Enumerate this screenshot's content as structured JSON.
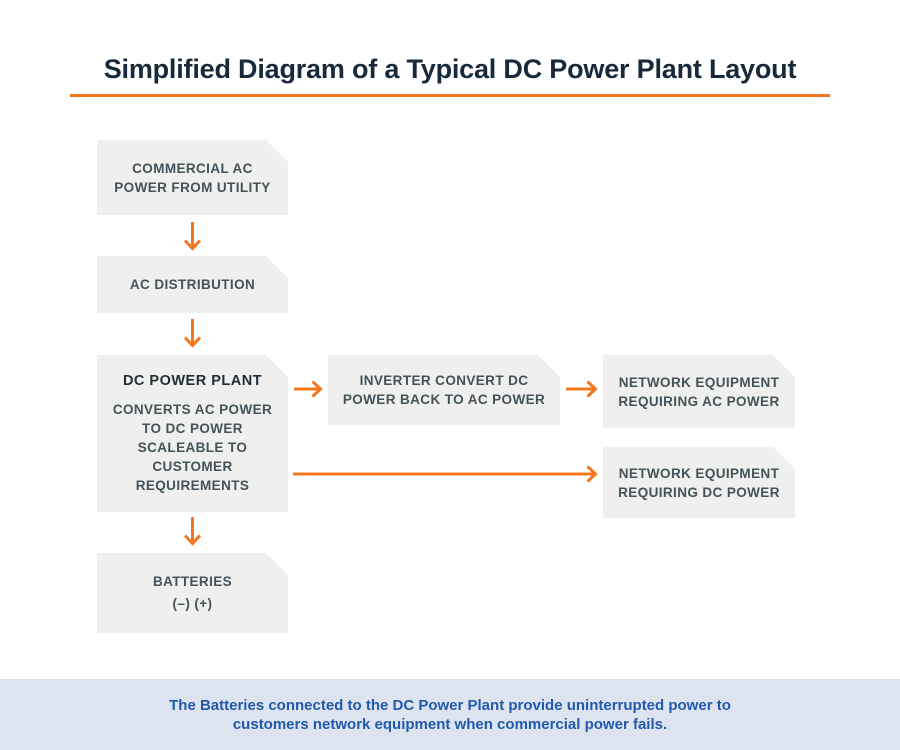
{
  "title": "Simplified Diagram of a Typical DC Power Plant Layout",
  "colors": {
    "accent": "#f4771f",
    "box_bg": "#efefed",
    "box_text": "#44525a",
    "heading_text": "#1e2d36",
    "title_text": "#17293a",
    "banner_bg": "#dee4ef",
    "banner_text": "#2159ac"
  },
  "boxes": {
    "commercial": {
      "lines": [
        "COMMERCIAL AC",
        "POWER FROM UTILITY"
      ]
    },
    "ac_distribution": {
      "lines": [
        "AC DISTRIBUTION"
      ]
    },
    "dc_plant": {
      "title": "DC POWER PLANT",
      "lines": [
        "CONVERTS AC POWER",
        "TO DC POWER",
        "SCALEABLE TO",
        "CUSTOMER",
        "REQUIREMENTS"
      ]
    },
    "inverter": {
      "lines": [
        "INVERTER CONVERT DC",
        "POWER BACK TO AC POWER"
      ]
    },
    "network_ac": {
      "lines": [
        "NETWORK EQUIPMENT",
        "REQUIRING AC POWER"
      ]
    },
    "network_dc": {
      "lines": [
        "NETWORK EQUIPMENT",
        "REQUIRING DC POWER"
      ]
    },
    "batteries": {
      "lines": [
        "BATTERIES",
        "(–) (+)"
      ]
    }
  },
  "footer": {
    "lines": [
      "The Batteries connected to the DC Power Plant provide uninterrupted power to",
      "customers network equipment when commercial power fails."
    ]
  }
}
